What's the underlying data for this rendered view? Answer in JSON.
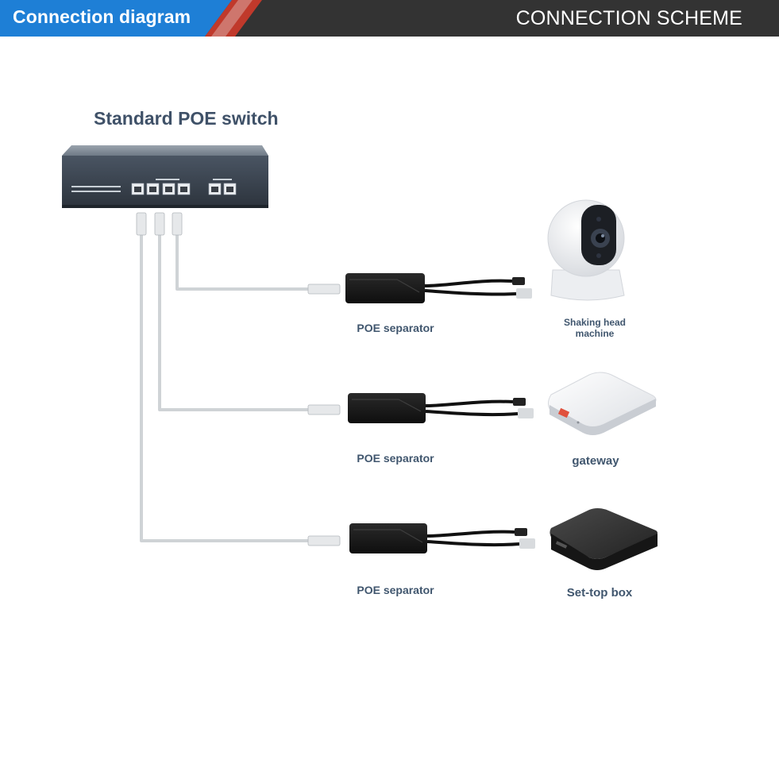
{
  "header": {
    "left_title": "Connection diagram",
    "right_title": "CONNECTION SCHEME",
    "accent_color": "#1e7fd6",
    "stripe_color": "#c0392b",
    "bar_color": "#333333"
  },
  "diagram": {
    "switch_title": "Standard POE switch",
    "rows": [
      {
        "separator_label": "POE separator",
        "device_label": "Shaking head machine"
      },
      {
        "separator_label": "POE separator",
        "device_label": "gateway"
      },
      {
        "separator_label": "POE separator",
        "device_label": "Set-top box"
      }
    ]
  }
}
